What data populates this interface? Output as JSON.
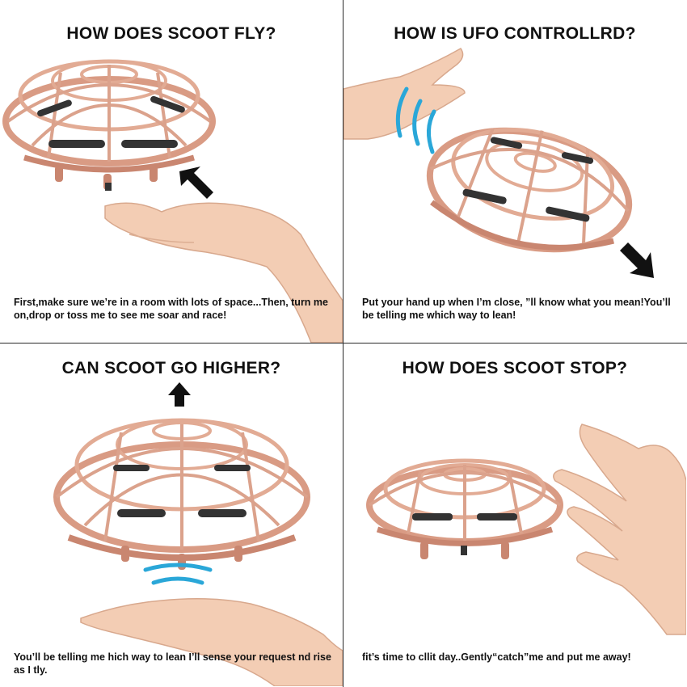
{
  "panels": [
    {
      "title": "HOW DOES SCOOT FLY?",
      "caption": "First,make sure we’re in a room with lots of space...Then, turn me on,drop or toss me to see me soar and race!"
    },
    {
      "title": "HOW IS UFO CONTROLLRD?",
      "caption": "Put your hand up when I’m close, ”ll know what you mean!You’ll be telling me which way to lean!"
    },
    {
      "title": "CAN SCOOT GO HIGHER?",
      "caption": "You’ll be telling me hich way to lean I’ll sense your request nd rise as I tly."
    },
    {
      "title": "HOW DOES SCOOT STOP?",
      "caption": "fit’s time to cllit day..Gently“catch”me and put me away!"
    }
  ],
  "colors": {
    "drone_body": "#e8b09a",
    "drone_dark": "#b87360",
    "propeller": "#333333",
    "skin": "#f3cdb4",
    "signal_wave": "#2aa7d8",
    "arrow": "#111111",
    "divider": "#2a2a2a"
  },
  "icons": {
    "panel1_arrow": "arrow-up-left-icon",
    "panel2_arrow": "arrow-down-right-icon",
    "panel3_arrow": "arrow-up-icon"
  }
}
